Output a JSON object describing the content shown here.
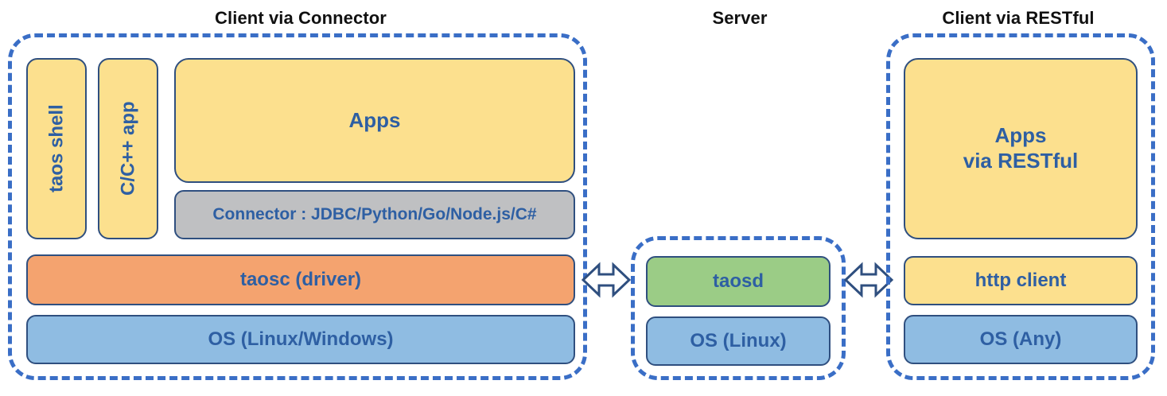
{
  "diagram": {
    "title_left": "Client via Connector",
    "title_center": "Server",
    "title_right": "Client via RESTful"
  },
  "client_connector": {
    "taos_shell": "taos shell",
    "c_app": "C/C++ app",
    "apps": "Apps",
    "connector": "Connector : JDBC/Python/Go/Node.js/C#",
    "taosc": "taosc (driver)",
    "os": "OS (Linux/Windows)"
  },
  "server": {
    "taosd": "taosd",
    "os": "OS (Linux)"
  },
  "client_restful": {
    "apps_line1": "Apps",
    "apps_line2": "via RESTful",
    "http_client": "http client",
    "os": "OS (Any)"
  },
  "connections": {
    "left_arrow": "bidirectional-arrow",
    "right_arrow": "bidirectional-arrow"
  },
  "colors": {
    "dashed_border": "#3a6ec6",
    "node_border": "#2f4f7f",
    "text_blue": "#2e5fa3",
    "yellow": "#fce08e",
    "orange": "#f4a36f",
    "blue": "#8fbce2",
    "green": "#9bcc86",
    "gray": "#bfc0c2",
    "title_black": "#111111"
  }
}
